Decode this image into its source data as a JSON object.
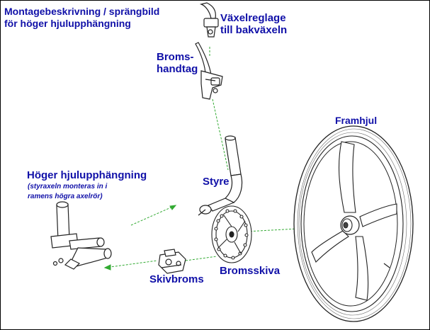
{
  "title": {
    "line1": "Montagebeskrivning / sprängbild",
    "line2": "för höger hjulupphängning"
  },
  "labels": {
    "shifter_line1": "Växelreglage",
    "shifter_line2": "till bakväxeln",
    "brake_handle_line1": "Broms-",
    "brake_handle_line2": "handtag",
    "front_wheel": "Framhjul",
    "suspension": "Höger hjulupphängning",
    "suspension_note_line1": "(styraxeln monteras in i",
    "suspension_note_line2": "ramens högra axelrör)",
    "handlebar": "Styre",
    "brake_disc": "Bromsskiva",
    "disc_brake": "Skivbroms"
  },
  "colors": {
    "label": "#1010a8",
    "guide_line": "#33aa33",
    "drawing": "#222222"
  }
}
